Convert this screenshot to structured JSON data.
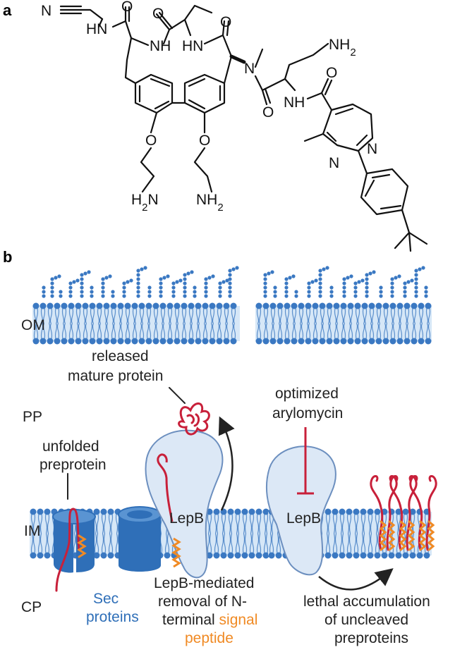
{
  "panels": {
    "a": "a",
    "b": "b"
  },
  "molecule": {
    "nitrile_n": "N",
    "amide_nh_1": "HN",
    "amide_nh_2": "NH",
    "amide_nh_3": "HN",
    "n_methyl": "N",
    "amine_top": "NH",
    "amine_top_sub": "2",
    "amide_nh_4": "NH",
    "o_top_1": "O",
    "o_top_2": "O",
    "o_top_3": "O",
    "o_mid": "O",
    "o_right": "O",
    "o_ether_left": "O",
    "o_ether_right": "O",
    "pyr_n_1": "N",
    "pyr_n_2": "N",
    "amine_left_h": "H",
    "amine_left_sub": "2",
    "amine_left_n": "N",
    "amine_right": "NH",
    "amine_right_sub": "2"
  },
  "layers": {
    "om": "OM",
    "pp": "PP",
    "im": "IM",
    "cp": "CP"
  },
  "labels": {
    "released_1": "released",
    "released_2": "mature protein",
    "optimized_1": "optimized",
    "optimized_2": "arylomycin",
    "unfolded_1": "unfolded",
    "unfolded_2": "preprotein",
    "lepb_1": "LepB",
    "lepb_2": "LepB",
    "sec_1": "Sec",
    "sec_2": "proteins",
    "mediated_1": "LepB-mediated",
    "mediated_2": "removal of N-",
    "mediated_3a": "terminal ",
    "mediated_3b": "signal",
    "mediated_4": "peptide",
    "lethal_1": "lethal accumulation",
    "lethal_2": "of uncleaved",
    "lethal_3": "preproteins"
  },
  "colors": {
    "membrane": "#3a78c2",
    "membrane_tail": "#5b8fcc",
    "membrane_fill": "#d6e7f7",
    "sec": "#2f6fb8",
    "lepb_fill": "#dce8f6",
    "lepb_edge": "#6c8fbf",
    "protein": "#c8203a",
    "signal": "#f08a24",
    "sec_text": "#2f6fb8",
    "signal_text": "#f08a24"
  }
}
